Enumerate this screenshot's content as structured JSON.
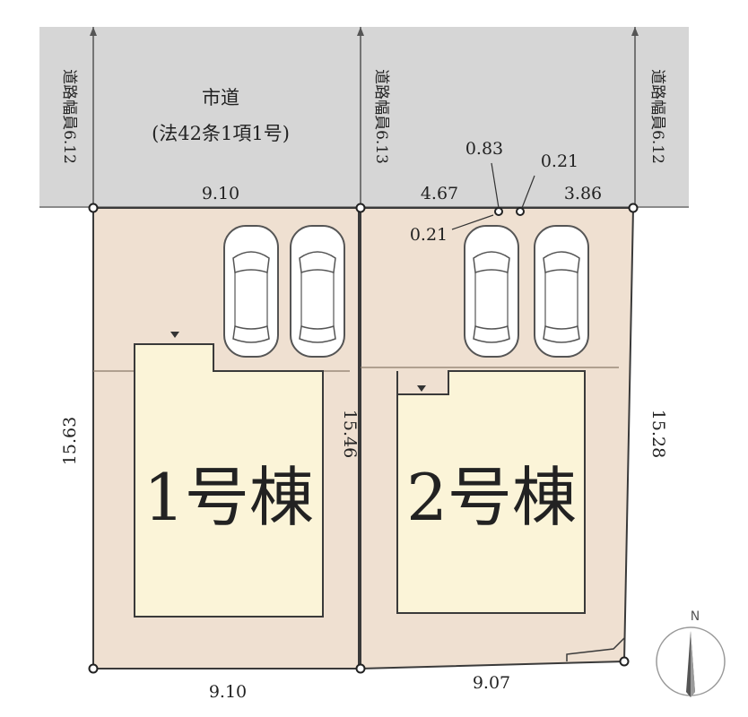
{
  "road": {
    "line1": "市道",
    "line2": "(法42条1項1号)"
  },
  "side_roads": {
    "left": "道路幅員6.12",
    "middle": "道路幅員6.13",
    "right": "道路幅員6.12"
  },
  "dimensions": {
    "lot1_front": "9.10",
    "lot1_rear": "9.10",
    "lot1_left": "15.63",
    "lot1_right": "15.46",
    "lot2_front_left": "4.67",
    "lot2_front_right": "3.86",
    "lot2_jog_a": "0.83",
    "lot2_jog_b": "0.21",
    "lot2_jog_c": "0.21",
    "lot2_rear": "9.07",
    "lot2_right": "15.28"
  },
  "buildings": {
    "building1": "1号棟",
    "building2": "2号棟"
  },
  "compass": {
    "label": "N"
  },
  "colors": {
    "road": "#d6d6d6",
    "lot": "#efe0d1",
    "building": "#fbf4d8",
    "outline": "#3a3a3a"
  }
}
